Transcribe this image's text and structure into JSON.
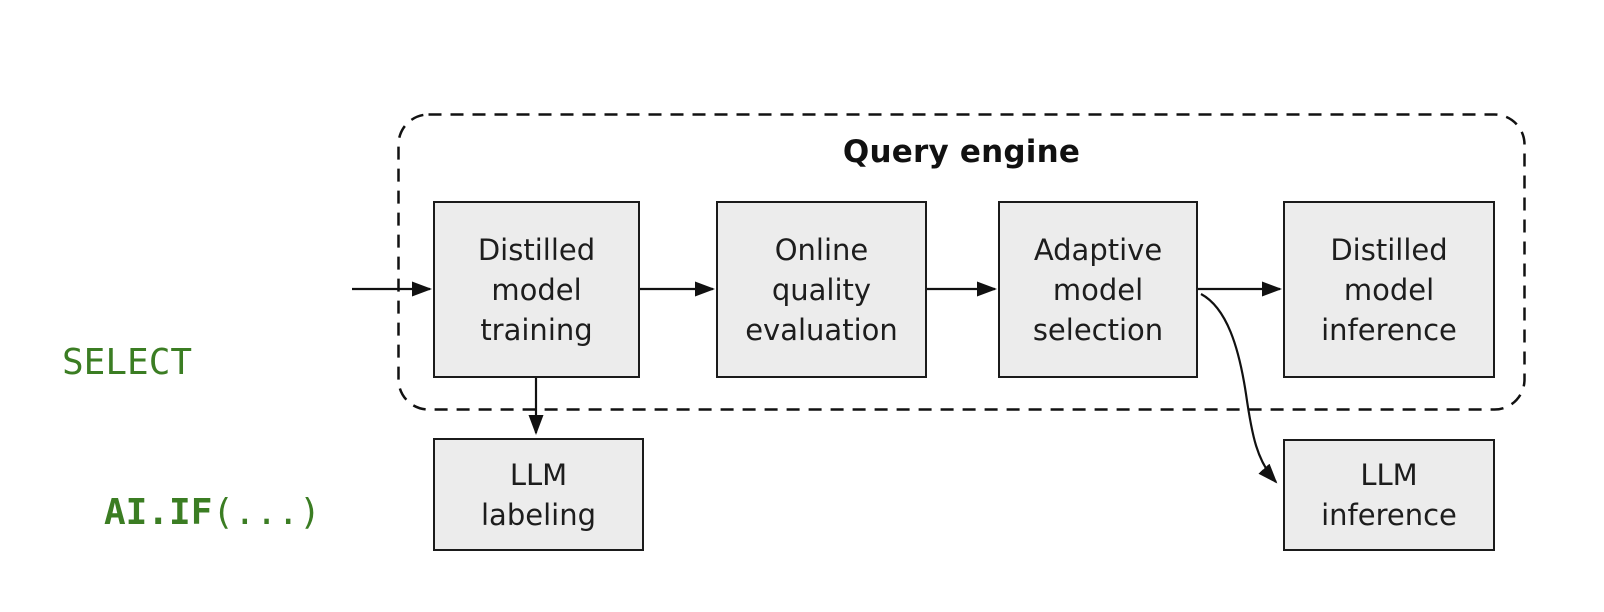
{
  "diagram": {
    "code": {
      "keyword": "SELECT",
      "function": "AI.IF",
      "args": "(...)"
    },
    "container": {
      "title": "Query engine"
    },
    "nodes": [
      {
        "id": "distilled-model-training",
        "label": "Distilled\nmodel\ntraining"
      },
      {
        "id": "online-quality-evaluation",
        "label": "Online\nquality\nevaluation"
      },
      {
        "id": "adaptive-model-selection",
        "label": "Adaptive\nmodel\nselection"
      },
      {
        "id": "distilled-model-inference",
        "label": "Distilled\nmodel\ninference"
      },
      {
        "id": "llm-labeling",
        "label": "LLM\nlabeling"
      },
      {
        "id": "llm-inference",
        "label": "LLM\ninference"
      }
    ],
    "edges": [
      {
        "from": "sql-query",
        "to": "distilled-model-training"
      },
      {
        "from": "distilled-model-training",
        "to": "online-quality-evaluation"
      },
      {
        "from": "online-quality-evaluation",
        "to": "adaptive-model-selection"
      },
      {
        "from": "adaptive-model-selection",
        "to": "distilled-model-inference"
      },
      {
        "from": "distilled-model-training",
        "to": "llm-labeling"
      },
      {
        "from": "adaptive-model-selection",
        "to": "llm-inference"
      }
    ],
    "colors": {
      "code_green": "#3b7d23",
      "node_fill": "#ececec",
      "node_border": "#1b1b1b",
      "connector": "#111111",
      "background": "#ffffff"
    }
  }
}
